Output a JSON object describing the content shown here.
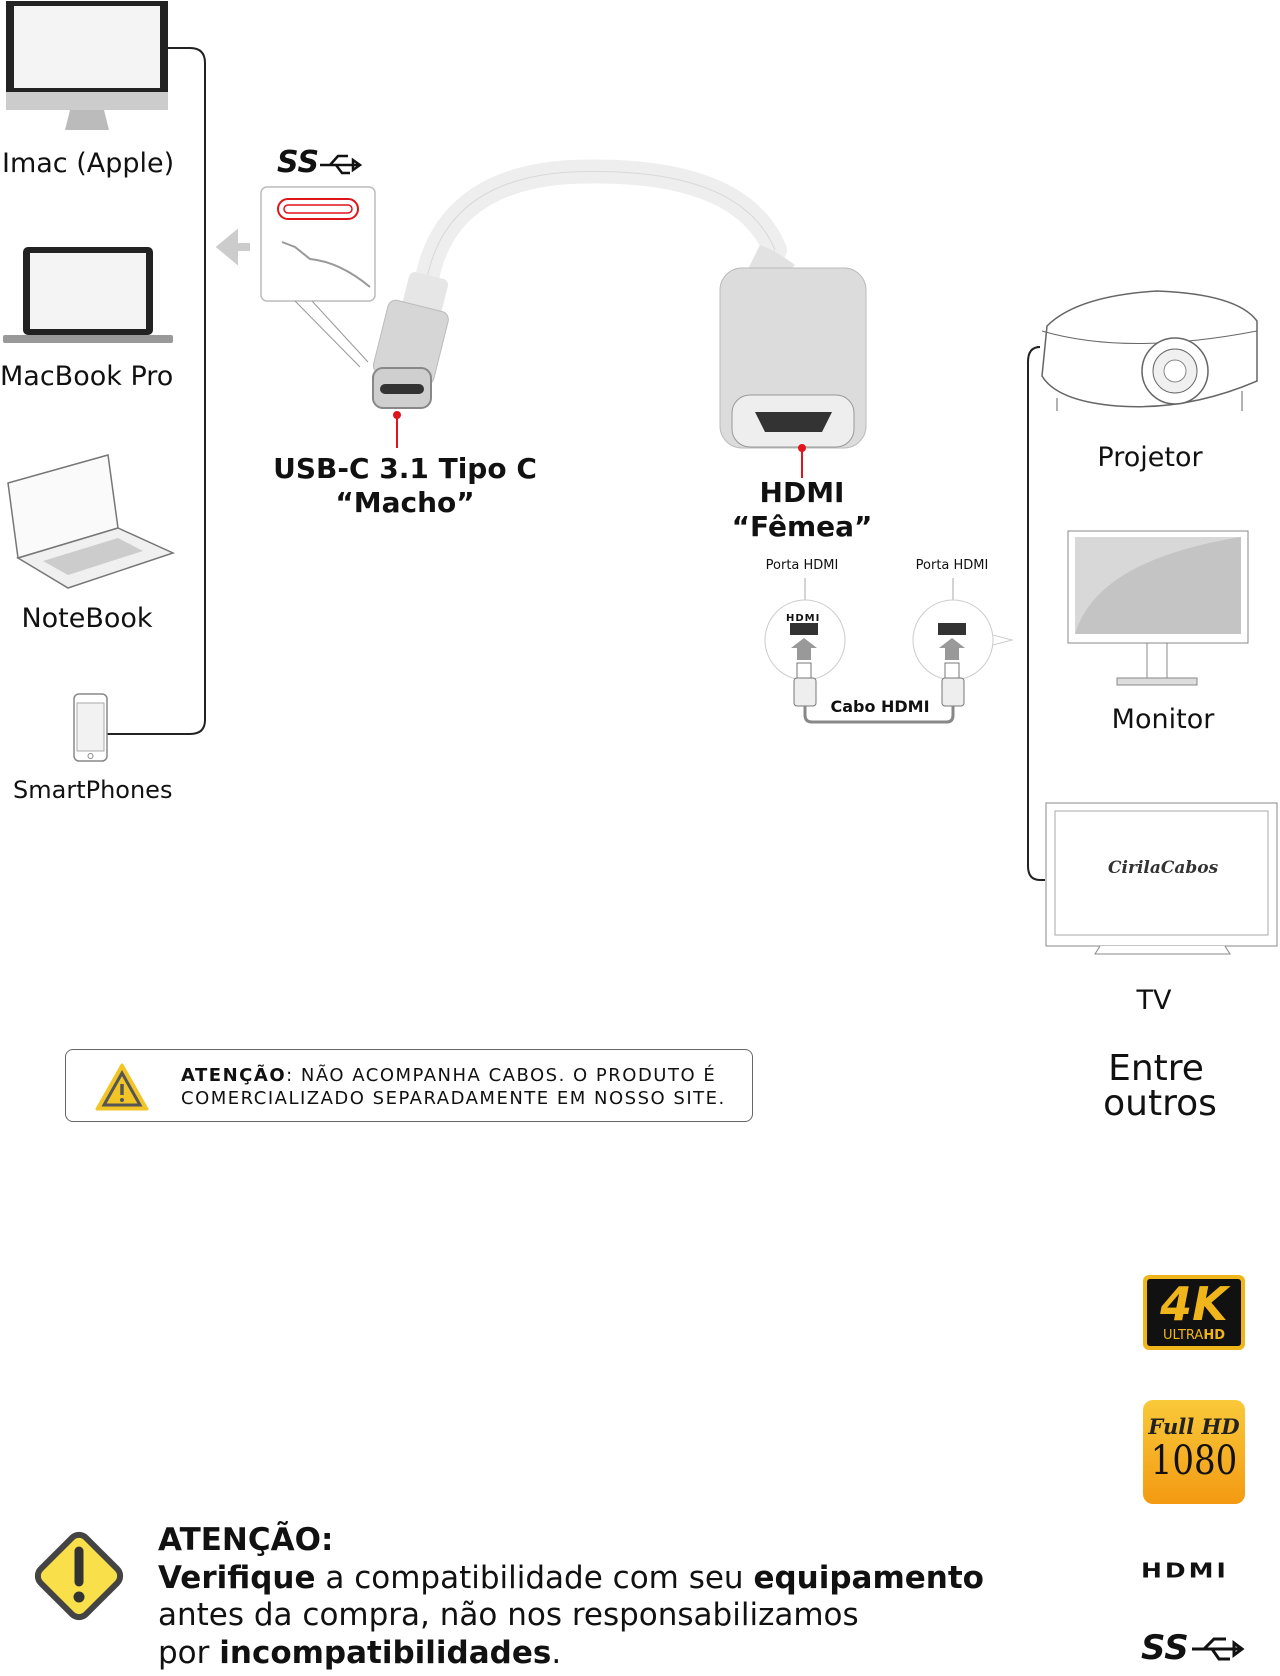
{
  "devices_left": [
    {
      "label": "Imac (Apple)",
      "icon": "imac-icon"
    },
    {
      "label": "MacBook Pro",
      "icon": "macbook-icon"
    },
    {
      "label": "NoteBook",
      "icon": "notebook-icon"
    },
    {
      "label": "SmartPhones",
      "icon": "smartphone-icon"
    }
  ],
  "devices_right": [
    {
      "label": "Projetor",
      "icon": "projector-icon"
    },
    {
      "label": "Monitor",
      "icon": "monitor-icon"
    },
    {
      "label": "TV",
      "icon": "tv-icon"
    }
  ],
  "tv_screen_logo": "CirilaCabos",
  "entre_outros": [
    "Entre",
    "outros"
  ],
  "usb_c": {
    "line1": "USB-C 3.1 Tipo C",
    "line2": "“Macho”",
    "logo": "SS"
  },
  "hdmi": {
    "line1": "HDMI",
    "line2": "“Fêmea”"
  },
  "connection": {
    "port_left": "Porta HDMI",
    "port_right": "Porta HDMI",
    "hdmi_mark": "HDMI",
    "cable": "Cabo HDMI"
  },
  "notice_box": {
    "strong": "ATENÇÃO",
    "text1": ": NÃO ACOMPANHA CABOS. O PRODUTO É",
    "text2": "COMERCIALIZADO SEPARADAMENTE EM NOSSO SITE."
  },
  "badges": {
    "k4": "4K",
    "ultra": "ULTRA",
    "hd": "HD",
    "full": "Full HD",
    "p1080": "1080",
    "hdmi_logo": "HDMI",
    "ss_logo": "SS"
  },
  "bottom_warning": {
    "title": "ATENÇÃO:",
    "l1_bold1": "Verifique",
    "l1_mid": " a compatibilidade com seu ",
    "l1_bold2": "equipamento",
    "l2": "antes da compra, não nos responsabilizamos",
    "l3_pre": "por ",
    "l3_bold": "incompatibilidades",
    "l3_post": "."
  }
}
